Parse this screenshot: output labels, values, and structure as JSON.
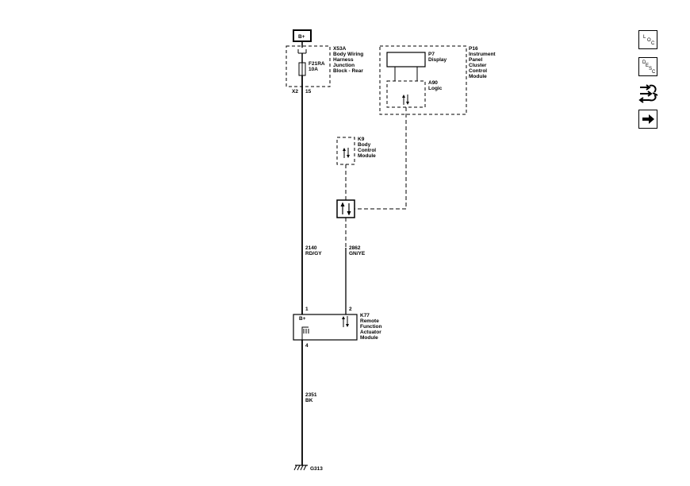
{
  "power": {
    "label": "B+"
  },
  "junction_block": {
    "ref": "X53A",
    "lines": [
      "Body Wiring",
      "Harness",
      "Junction",
      "Block - Rear"
    ]
  },
  "fuse": {
    "ref": "F21RA",
    "rating": "10A"
  },
  "connector_top": {
    "id": "X2",
    "pin": "15"
  },
  "cluster": {
    "ref": "P16",
    "lines": [
      "Instrument",
      "Panel",
      "Cluster",
      "Control",
      "Module"
    ]
  },
  "display": {
    "ref": "P7",
    "label": "Display"
  },
  "logic": {
    "ref": "A90",
    "label": "Logic"
  },
  "bcm": {
    "ref": "K9",
    "lines": [
      "Body",
      "Control",
      "Module"
    ]
  },
  "wire_power": {
    "circuit": "2140",
    "color": "RD/GY"
  },
  "wire_data": {
    "circuit": "2862",
    "color": "GN/YE"
  },
  "actuator": {
    "ref": "K77",
    "lines": [
      "Remote",
      "Function",
      "Actuator",
      "Module"
    ],
    "pin_power": "1",
    "pin_data": "2",
    "pin_ground": "4",
    "internal_label": "B+"
  },
  "wire_ground": {
    "circuit": "2351",
    "color": "BK"
  },
  "ground": {
    "ref": "G313"
  },
  "sidebar": {
    "loc": [
      "L",
      "O",
      "C"
    ],
    "desc": [
      "D",
      "E",
      "S",
      "C"
    ]
  }
}
